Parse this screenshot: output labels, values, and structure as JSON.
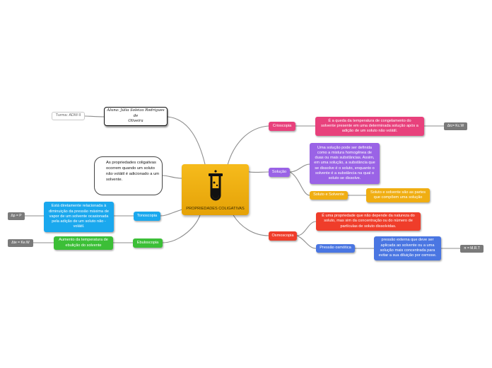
{
  "colors": {
    "central": "#f0ae12",
    "crioscopia": "#e8417c",
    "solucao": "#9a63e6",
    "osmoscopia": "#ef3d2a",
    "tonoscopia": "#1aa8ee",
    "ebuloscopia": "#3cbf37",
    "pressao": "#4a76e2",
    "soluto": "#f0ae12",
    "formula": "#7a7a7a"
  },
  "central": {
    "label": "PROPRIEDADES COLIGATIVAS",
    "icon": "test-tube-icon"
  },
  "aluno": {
    "line1": "Aluna: Júlia Soleiza Rodrigues de",
    "line2": "Oliveira"
  },
  "turma": "Turma: ADM II",
  "callout": {
    "lines": [
      "As propriedades",
      "coligativas",
      "ocorrem quando um",
      "soluto não",
      "volátil é adicionado a",
      "um solvente."
    ]
  },
  "crioscopia": {
    "label": "Crioscopia",
    "desc": [
      "É a queda da temperatura de congelamento do",
      "solvente presente em uma determinada solução após a",
      "adição de um soluto não volátil."
    ],
    "formula": "Δtc= Kc.W"
  },
  "solucao": {
    "label": "Solução",
    "desc": [
      "Uma solução pode ser definida",
      "como a mistura homogênea de",
      "duas ou mais substâncias. Assim,",
      "em uma solução, a substância que",
      "se dissolve é o soluto, enquanto o",
      "solvente é a substância na qual o",
      "soluto se dissolve."
    ]
  },
  "soluto": {
    "label": "Soluto e Solvente",
    "desc": [
      "Soluto e solvente são as partes",
      "que compõem uma solução"
    ]
  },
  "osmoscopia": {
    "label": "Osmoscopia",
    "desc": [
      "É uma propriedade que não depende da natureza do",
      "soluto, mas sim da concentração ou do número de",
      "partículas de soluto dissolvidas."
    ]
  },
  "pressao": {
    "label": "Pressão osmótica",
    "desc": [
      "pressão externa que deve ser",
      "aplicada ao solvente ou a uma",
      "solução mais concentrada para",
      "evitar a sua diluição por osmose."
    ],
    "formula": "π = M.R.T"
  },
  "tonoscopia": {
    "label": "Tonoscopia",
    "desc": [
      "Está diretamente relacionada à",
      "diminuição da pressão máxima de",
      "vapor de um solvente ocasionada",
      "pela adição de um soluto não -",
      "volátil."
    ],
    "formula": "Δp = P"
  },
  "ebuloscopia": {
    "label": "Ebuloscopia",
    "desc": [
      "Aumento da temperatura de",
      "ebulição do solvente"
    ],
    "formula": "Δte = Ke.W"
  }
}
